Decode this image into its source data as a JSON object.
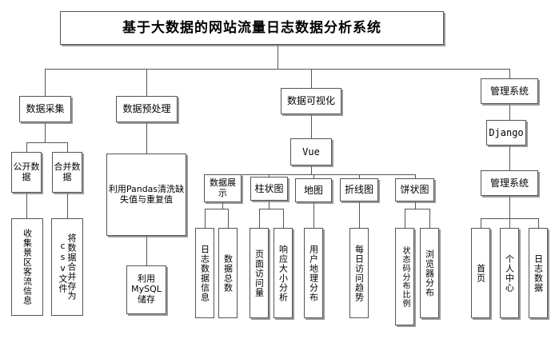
{
  "diagram": {
    "title": "基于大数据的网站流量日志数据分析系统",
    "type": "tree-diagram",
    "background_color": "#ffffff",
    "box_border_color": "#555555",
    "text_color": "#000000"
  },
  "branches": {
    "collection": {
      "label": "数据采集",
      "children": [
        {
          "label": "公开数据",
          "leaf": "收集景区客流信息"
        },
        {
          "label": "合并数据",
          "leaf": "将数据合并存为csv文件"
        }
      ]
    },
    "preprocess": {
      "label": "数据预处理",
      "step1": "利用Pandas清洗缺失值与重复值",
      "step2": "利用MySQL储存"
    },
    "visualization": {
      "label": "数据可视化",
      "framework": "Vue",
      "categories": [
        {
          "label": "数据展示",
          "leaves": [
            "日志数据信息",
            "数据总数"
          ]
        },
        {
          "label": "柱状图",
          "leaves": [
            "页面访问量",
            "响应大小分析"
          ]
        },
        {
          "label": "地图",
          "leaves": [
            "用户地理分布"
          ]
        },
        {
          "label": "折线图",
          "leaves": [
            "每日访问趋势"
          ]
        },
        {
          "label": "饼状图",
          "leaves": [
            "状态码分布比例",
            "浏览器分布"
          ]
        }
      ]
    },
    "management": {
      "label": "管理系统",
      "framework": "Django",
      "sublabel": "管理系统",
      "leaves": [
        "首页",
        "个人中心",
        "日志数据"
      ]
    }
  }
}
